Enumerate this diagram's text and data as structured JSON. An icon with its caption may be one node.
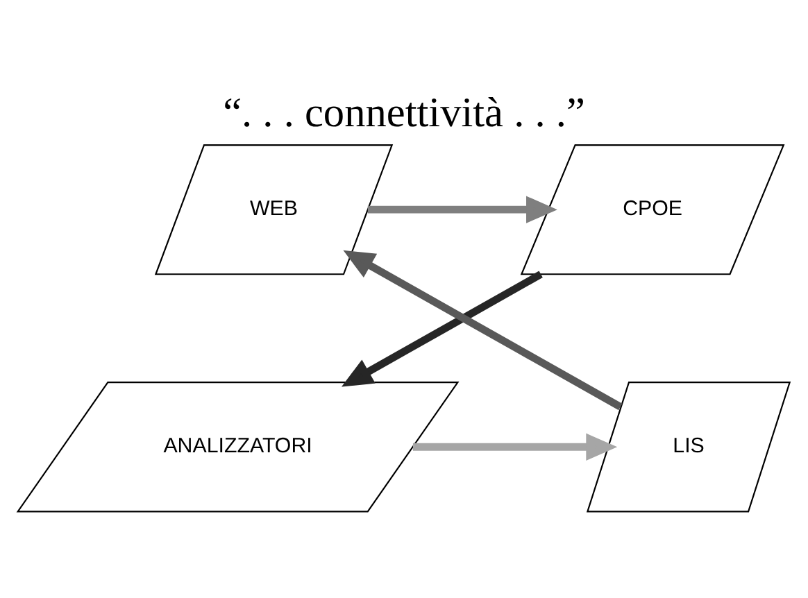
{
  "diagram": {
    "title": "“. . . connettività . . .”",
    "nodes": [
      {
        "text": [
          "WEB"
        ]
      },
      {
        "text": [
          "CPOE"
        ]
      },
      {
        "text": [
          "ANALIZZATORI"
        ]
      },
      {
        "text": [
          "LIS"
        ]
      }
    ],
    "edges": [
      {
        "from": 0,
        "to": 1,
        "arrow": "to",
        "color": "#7f7f7f"
      },
      {
        "from": 1,
        "to": 2,
        "arrow": "to",
        "color": "#262626"
      },
      {
        "from": 2,
        "to": 3,
        "arrow": "to",
        "color": "#a6a6a6"
      },
      {
        "from": 3,
        "to": 0,
        "arrow": "to",
        "color": "#595959"
      }
    ]
  }
}
